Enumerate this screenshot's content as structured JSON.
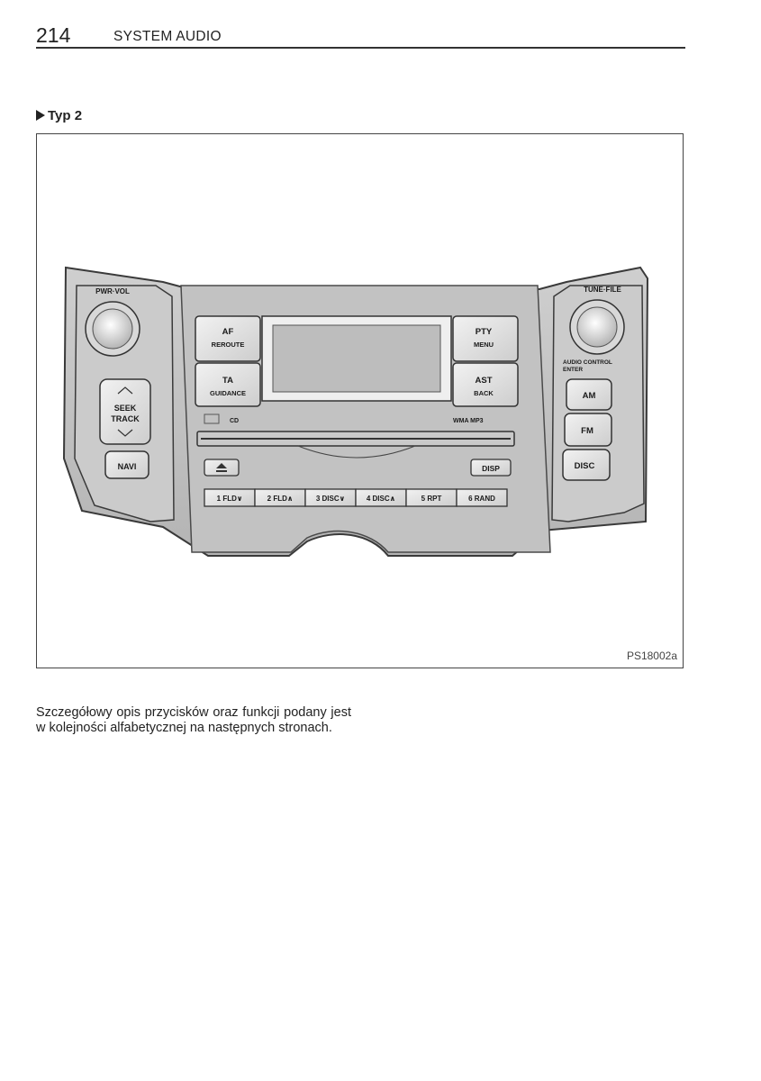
{
  "header": {
    "page_number": "214",
    "section_title": "SYSTEM AUDIO"
  },
  "variant_label": "Typ 2",
  "figure": {
    "code": "PS18002a",
    "left_panel": {
      "knob_label": "PWR·VOL",
      "seek_label_1": "SEEK",
      "seek_label_2": "TRACK",
      "navi_label": "NAVI"
    },
    "right_panel": {
      "knob_label": "TUNE·FILE",
      "enter_label_1": "AUDIO CONTROL",
      "enter_label_2": "ENTER",
      "am_label": "AM",
      "fm_label": "FM",
      "disc_label": "DISC"
    },
    "center_panel": {
      "af_label_1": "AF",
      "af_label_2": "REROUTE",
      "ta_label_1": "TA",
      "ta_label_2": "GUIDANCE",
      "pty_label_1": "PTY",
      "pty_label_2": "MENU",
      "ast_label_1": "AST",
      "ast_label_2": "BACK",
      "cd_logo": "CD",
      "wma_label": "WMA MP3",
      "eject_icon": "eject-icon",
      "disp_label": "DISP",
      "presets": [
        "1 FLD∨",
        "2 FLD∧",
        "3 DISC∨",
        "4 DISC∧",
        "5 RPT",
        "6 RAND"
      ]
    }
  },
  "body_text": "Szczegółowy opis przycisków oraz funkcji podany jest w kolejności alfabetycznej na następnych stronach."
}
